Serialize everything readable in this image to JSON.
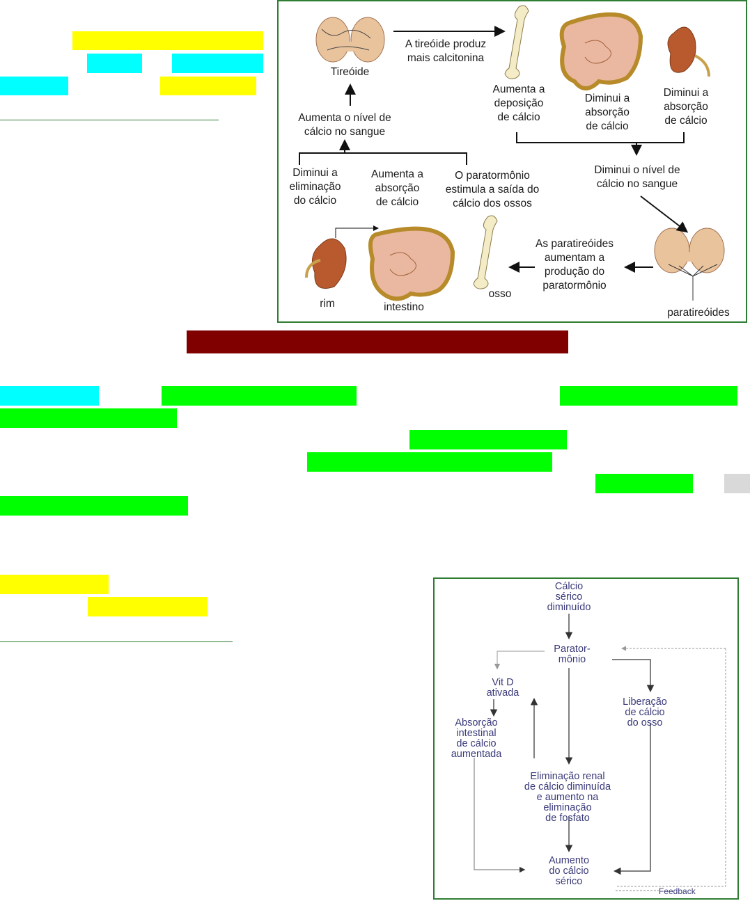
{
  "diagram1": {
    "labels": {
      "thyroid": "Tireóide",
      "thyroid_produces": "A tireóide produz\nmais calcitonina",
      "bone_deposition": "Aumenta a\ndeposição\nde cálcio",
      "intestine_absorption": "Diminui a\nabsorção\nde cálcio",
      "kidney_absorption": "Diminui a\nabsorção\nde cálcio",
      "blood_up": "Aumenta o nível de\ncálcio no sangue",
      "blood_down": "Diminui o nível de\ncálcio no sangue",
      "elim_down": "Diminui a\neliminação\ndo cálcio",
      "absorb_up": "Aumenta a\nabsorção\nde cálcio",
      "pth_bone": "O paratormônio\nestimula a saída do\ncálcio dos ossos",
      "parathyroid_up": "As paratireóides\naumentam a\nprodução do\nparatormônio",
      "rim": "rim",
      "intestino": "intestino",
      "osso": "osso",
      "paratireoides": "paratireóides"
    }
  },
  "diagram2": {
    "labels": {
      "calcio_serico": "Cálcio\nsérico\ndiminuído",
      "paratormonio": "Parator-\nmônio",
      "vitd": "Vit D\nativada",
      "liberacao": "Liberação\nde cálcio\ndo osso",
      "absorcao": "Absorção\nintestinal\nde cálcio\naumentada",
      "eliminacao": "Eliminação renal\nde cálcio diminuída\ne aumento na\neliminação\nde fosfato",
      "aumento": "Aumento\ndo cálcio\nsérico",
      "feedback": "Feedback"
    }
  },
  "colors": {
    "highlight_yellow": "#ffff00",
    "highlight_cyan": "#00ffff",
    "highlight_green": "#00ff00",
    "banner": "#800000",
    "frame": "#2f7d32"
  }
}
